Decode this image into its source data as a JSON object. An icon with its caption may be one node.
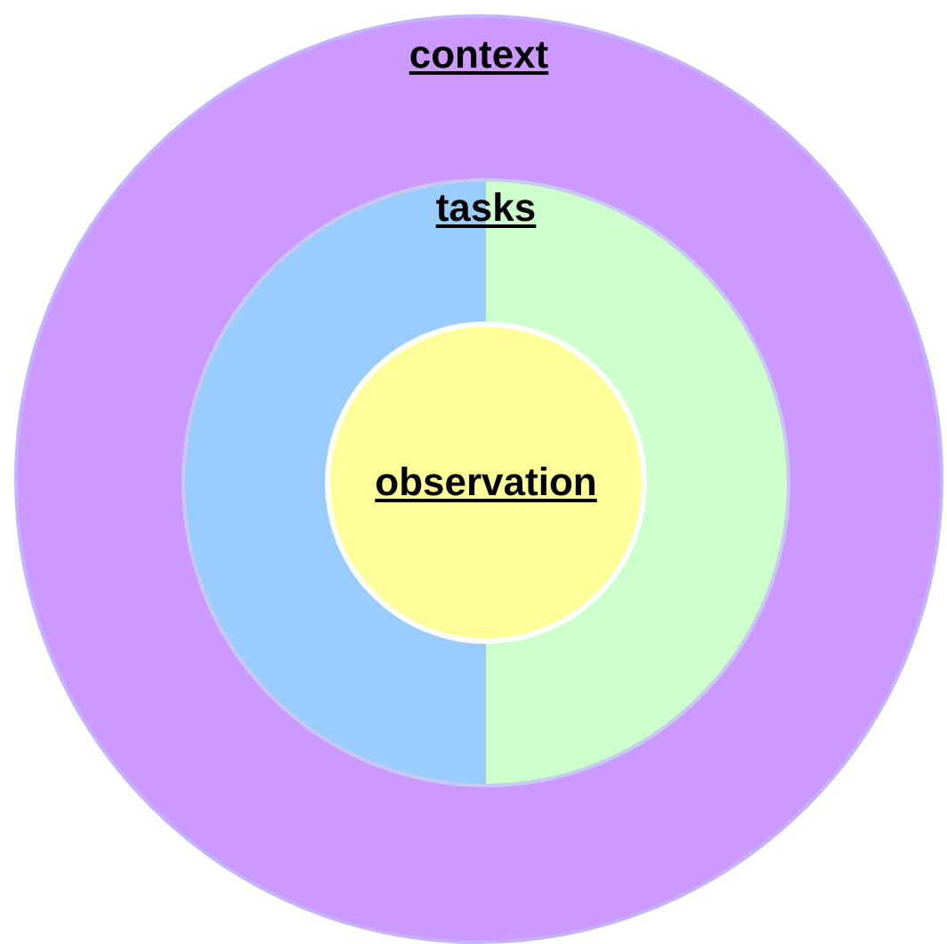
{
  "diagram": {
    "nodes": [
      {
        "text": [
          "context"
        ]
      },
      {
        "text": [
          "tasks"
        ],
        "in": 0
      },
      {
        "text": [
          "observation"
        ],
        "in": 1
      }
    ]
  }
}
